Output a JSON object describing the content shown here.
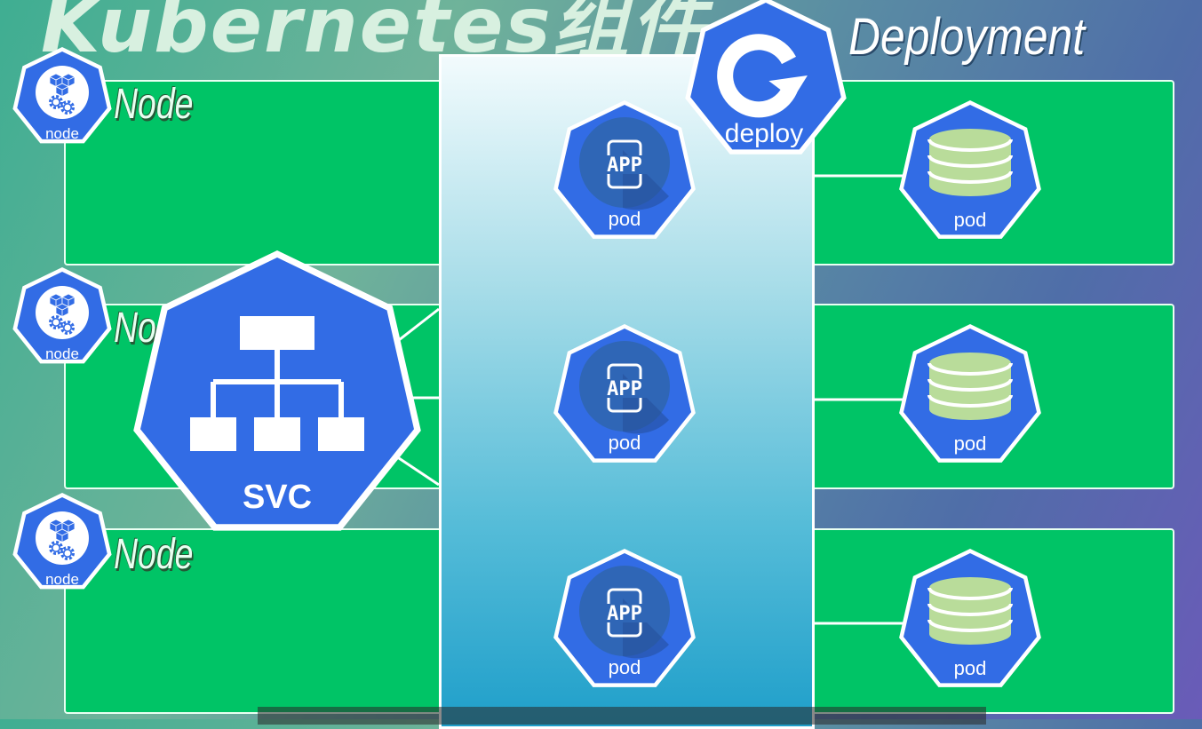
{
  "title": "Kubernetes组件",
  "deployment_title": "Deployment",
  "nodes": [
    {
      "label": "Node",
      "icon_text": "node"
    },
    {
      "label": "Node",
      "icon_text": "node"
    },
    {
      "label": "Node",
      "icon_text": "node"
    }
  ],
  "service": {
    "icon_text": "SVC"
  },
  "deploy": {
    "icon_text": "deploy"
  },
  "app_pods": [
    {
      "app_text": "APP",
      "pod_text": "pod"
    },
    {
      "app_text": "APP",
      "pod_text": "pod"
    },
    {
      "app_text": "APP",
      "pod_text": "pod"
    }
  ],
  "db_pods": [
    {
      "pod_text": "pod"
    },
    {
      "pod_text": "pod"
    },
    {
      "pod_text": "pod"
    }
  ],
  "colors": {
    "k8s_blue": "#326ce5",
    "band_green": "#00c466",
    "db_green": "#b9dc9a"
  }
}
